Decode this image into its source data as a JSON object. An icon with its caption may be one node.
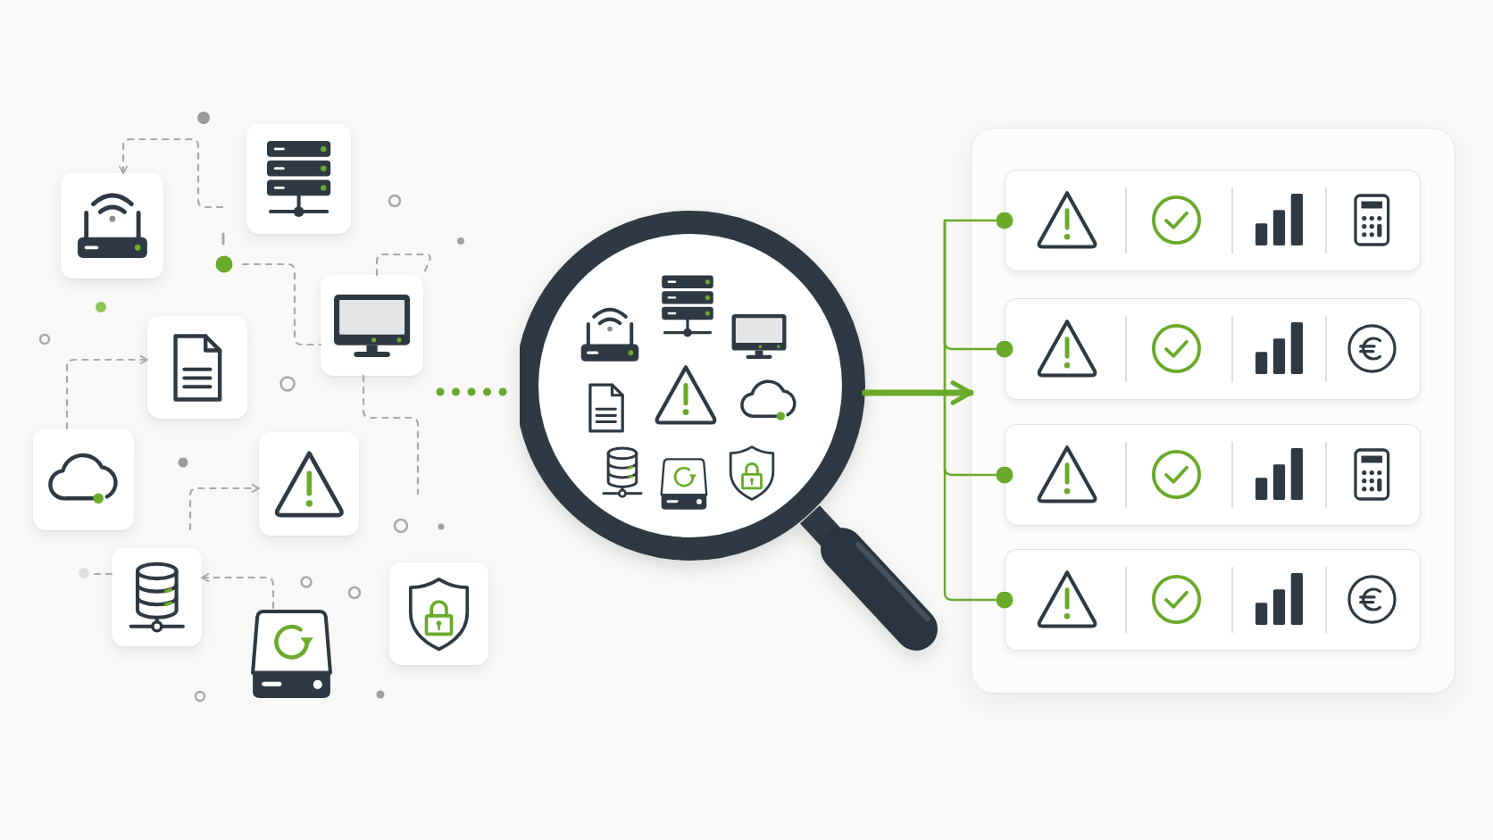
{
  "diagram": {
    "nodes": [
      {
        "text": [],
        "shape": "picture"
      },
      {
        "text": [],
        "shape": "picture"
      },
      {
        "text": [],
        "shape": "picture"
      },
      {
        "text": [],
        "shape": "picture"
      },
      {
        "text": [],
        "shape": "picture"
      },
      {
        "text": [],
        "shape": "picture"
      },
      {
        "text": [],
        "shape": "picture"
      },
      {
        "text": [],
        "shape": "picture"
      },
      {
        "text": [],
        "shape": "picture"
      },
      {
        "text": [],
        "shape": "picture"
      },
      {
        "text": [],
        "shape": "box"
      },
      {
        "text": [],
        "shape": "box",
        "in": 10
      },
      {
        "text": [],
        "shape": "box",
        "in": 10
      },
      {
        "text": [],
        "shape": "box",
        "in": 10
      },
      {
        "text": [],
        "shape": "box",
        "in": 10
      }
    ],
    "edges": [
      {
        "from": null,
        "to": 0,
        "arrow": "to",
        "style": "dashed"
      },
      {
        "from": null,
        "to": 2,
        "arrow": "none",
        "style": "dashed"
      },
      {
        "from": 2,
        "to": 2,
        "arrow": "none",
        "style": "dashed"
      },
      {
        "from": 4,
        "to": 3,
        "arrow": "to",
        "style": "dashed"
      },
      {
        "from": 2,
        "to": null,
        "arrow": "none",
        "style": "dashed"
      },
      {
        "from": null,
        "to": 5,
        "arrow": "to",
        "style": "dashed"
      },
      {
        "from": 6,
        "to": null,
        "arrow": "none",
        "style": "dashed"
      },
      {
        "from": 7,
        "to": 6,
        "arrow": "to",
        "style": "dashed"
      },
      {
        "from": null,
        "to": 9,
        "arrow": "none",
        "style": "dashed",
        "color": "#6aaa2a"
      },
      {
        "from": 9,
        "to": 10,
        "arrow": "to",
        "style": "thick",
        "color": "#6aaa2a"
      },
      {
        "from": null,
        "to": 11,
        "arrow": "other",
        "color": "#6aaa2a"
      },
      {
        "from": null,
        "to": 12,
        "arrow": "other",
        "color": "#6aaa2a"
      },
      {
        "from": null,
        "to": 13,
        "arrow": "other",
        "color": "#6aaa2a"
      },
      {
        "from": null,
        "to": 14,
        "arrow": "other",
        "color": "#6aaa2a"
      }
    ]
  }
}
